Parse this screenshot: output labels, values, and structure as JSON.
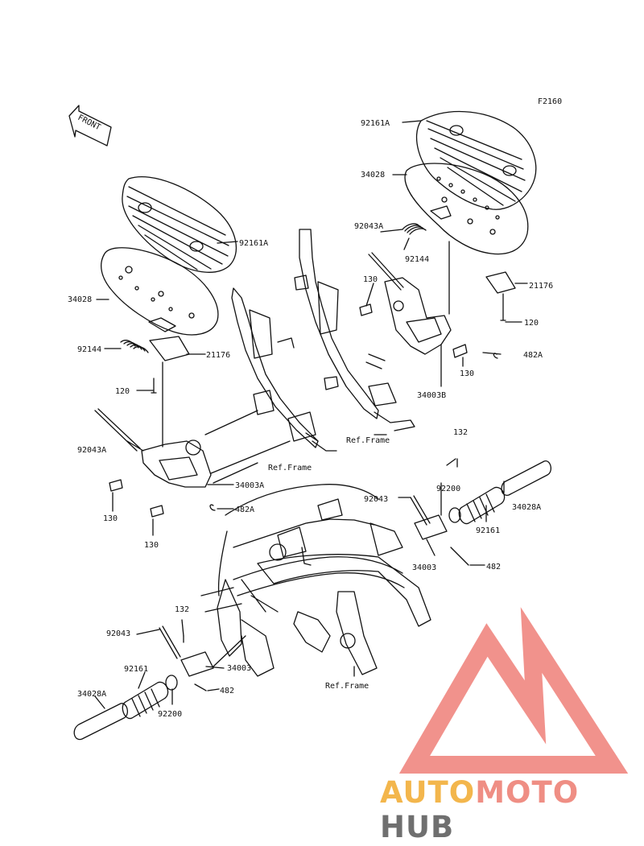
{
  "figure_code": "F2160",
  "front_marker": "FRONT",
  "ref_frame": "Ref.Frame",
  "callouts": {
    "p92161A_r": "92161A",
    "p34028_r": "34028",
    "p92043A_r": "92043A",
    "p92144_r": "92144",
    "p130_r1": "130",
    "p21176_r": "21176",
    "p120_r": "120",
    "p482A_r": "482A",
    "p130_r2": "130",
    "p34003B": "34003B",
    "p92161A_l": "92161A",
    "p34028_l": "34028",
    "p92144_l": "92144",
    "p21176_l": "21176",
    "p120_l": "120",
    "p92043A_l": "92043A",
    "p34003A": "34003A",
    "p130_l1": "130",
    "p482A_l": "482A",
    "p130_l2": "130",
    "p132_r": "132",
    "p92200_r": "92200",
    "p92043_r": "92043",
    "p34028A_r": "34028A",
    "p92161_r": "92161",
    "p34003_r": "34003",
    "p482_r": "482",
    "p132_l": "132",
    "p92043_l": "92043",
    "p34003_l": "34003",
    "p92161_l": "92161",
    "p482_l": "482",
    "p34028A_l": "34028A",
    "p92200_l": "92200"
  },
  "watermark": {
    "part1": "AUTO",
    "part2": "MOTO",
    "part3": "HUB",
    "colors": {
      "auto": "#f3b64c",
      "moto": "#ef8e84",
      "hub": "#6f6f6f",
      "logo": "#ef7f78"
    }
  }
}
